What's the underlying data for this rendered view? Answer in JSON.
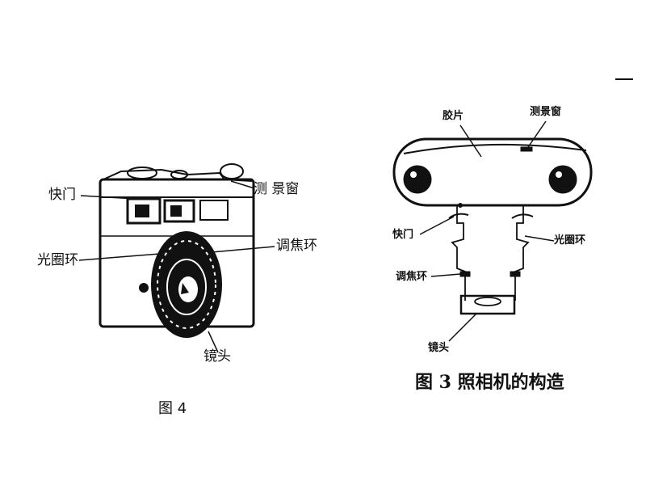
{
  "figure4": {
    "labels": {
      "shutter": "快门",
      "viewfinder": "测 景窗",
      "focus_ring": "调焦环",
      "aperture_ring": "光圈环",
      "lens": "镜头"
    },
    "caption": "图 4"
  },
  "figure3": {
    "labels": {
      "film": "胶片",
      "viewfinder": "测景窗",
      "shutter": "快门",
      "aperture_ring": "光圈环",
      "focus_ring": "调焦环",
      "lens": "镜头"
    },
    "caption": "图 3 照相机的构造"
  },
  "colors": {
    "ink": "#111111",
    "background": "#ffffff"
  }
}
